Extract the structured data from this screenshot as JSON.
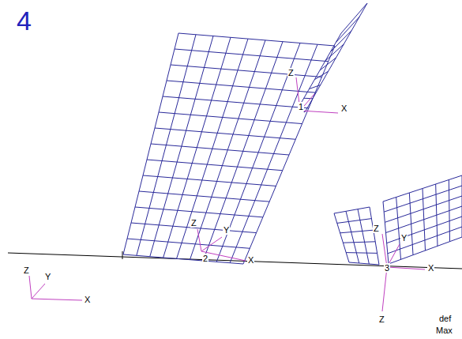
{
  "diagram": {
    "labels": [
      "4",
      "Z",
      "1",
      "X",
      "Z",
      "Y",
      "2",
      "X",
      "Z",
      "Y",
      "3",
      "X",
      "Z",
      "Z",
      "Y",
      "X",
      "def",
      "Max"
    ]
  }
}
